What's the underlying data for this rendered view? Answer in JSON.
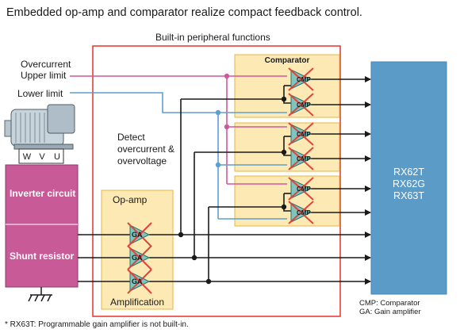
{
  "headline": "Embedded op-amp and comparator realize compact feedback control.",
  "peripheral_title": "Built-in peripheral functions",
  "inputs": {
    "overcurrent_line1": "Overcurrent",
    "overcurrent_line2": "Upper limit",
    "lower_limit": "Lower limit"
  },
  "detect": {
    "line1": "Detect",
    "line2": "overcurrent &",
    "line3": "overvoltage"
  },
  "comparator_title": "Comparator",
  "cmp_label": "CMP",
  "opamp_title": "Op-amp",
  "ga_label": "GA",
  "amplification": "Amplification",
  "motor_terminals": [
    "W",
    "V",
    "U"
  ],
  "inverter_circuit": "Inverter circuit",
  "shunt_resistor": "Shunt resistor",
  "chip_models": [
    "RX62T",
    "RX62G",
    "RX63T"
  ],
  "legend": {
    "cmp": "CMP: Comparator",
    "ga": "GA: Gain amplifier"
  },
  "footnote": "*  RX63T: Programmable gain amplifier is not built-in.",
  "colors": {
    "border_red": "#e8302a",
    "panel_fill": "#fde9b3",
    "panel_border": "#e8b542",
    "chip_blue": "#5b9bc8",
    "pink_block": "#c85a98",
    "pink_line": "#d0589a",
    "blue_line": "#5e9fcf",
    "triangle_fill": "#7fc4c0",
    "cross_red": "#e0453c"
  }
}
